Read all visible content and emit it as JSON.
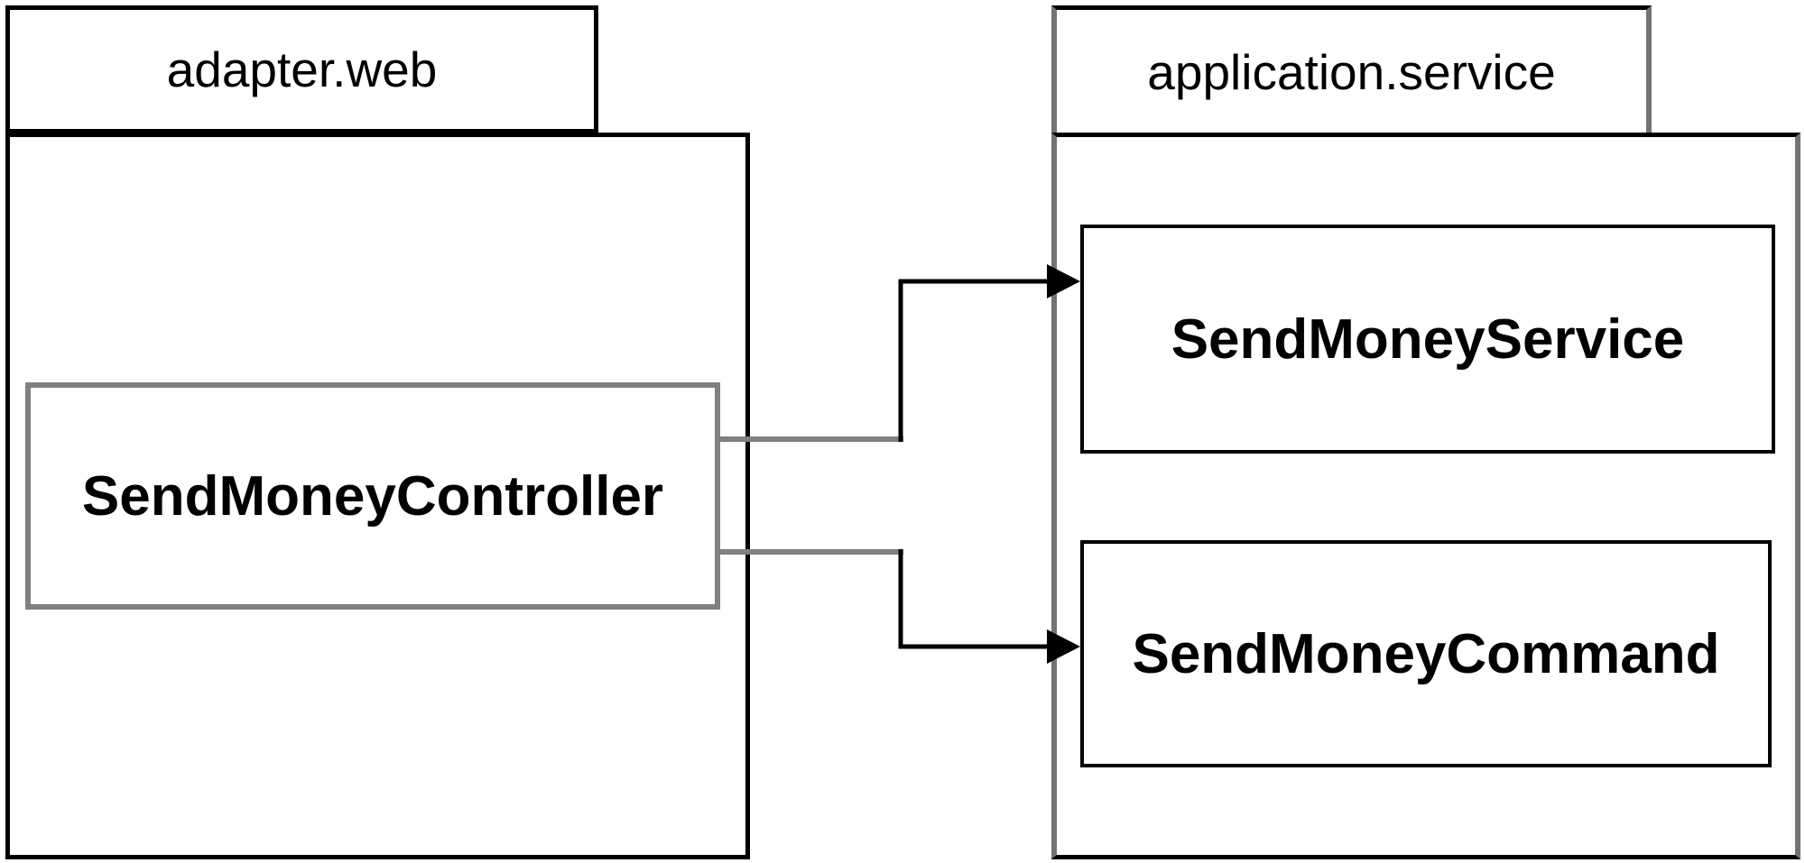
{
  "diagram_type": "uml-package-diagram",
  "packages": [
    {
      "name": "adapter.web"
    },
    {
      "name": "application.service"
    }
  ],
  "nodes": [
    {
      "label": "SendMoneyController",
      "package": "adapter.web",
      "border_color": "#808080"
    },
    {
      "label": "SendMoneyService",
      "package": "application.service",
      "border_color": "#000000"
    },
    {
      "label": "SendMoneyCommand",
      "package": "application.service",
      "border_color": "#000000"
    }
  ],
  "edges": [
    {
      "from": "SendMoneyController",
      "to": "SendMoneyService",
      "style": "elbow-arrow"
    },
    {
      "from": "SendMoneyController",
      "to": "SendMoneyCommand",
      "style": "elbow-arrow"
    }
  ],
  "colors": {
    "background": "#ffffff",
    "package_border": "#000000",
    "package_side_border_gray": "#737373",
    "controller_border_gray": "#808080",
    "edge_source_gray": "#808080",
    "edge_black": "#000000",
    "text": "#000000"
  }
}
